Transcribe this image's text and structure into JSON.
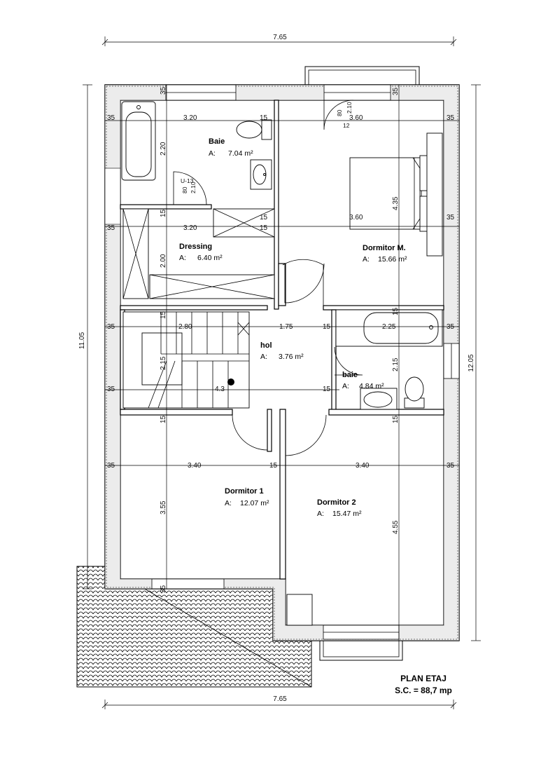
{
  "plan": {
    "title": "PLAN ETAJ",
    "subtitle": "S.C. = 88,7 mp"
  },
  "overall_dims": {
    "top_width": "7.65",
    "bottom_width": "7.65",
    "left_height": "11.05",
    "right_height": "12.05"
  },
  "rooms": [
    {
      "name": "Baie",
      "area_prefix": "A:",
      "area": "7.04 m²"
    },
    {
      "name": "Dormitor M.",
      "area_prefix": "A:",
      "area": "15.66 m²"
    },
    {
      "name": "Dressing",
      "area_prefix": "A:",
      "area": "6.40 m²"
    },
    {
      "name": "hol",
      "area_prefix": "A:",
      "area": "3.76 m²"
    },
    {
      "name": "baie",
      "area_prefix": "A:",
      "area": "4.84 m²"
    },
    {
      "name": "Dormitor 1",
      "area_prefix": "A:",
      "area": "12.07 m²"
    },
    {
      "name": "Dormitor 2",
      "area_prefix": "A:",
      "area": "15.47 m²"
    }
  ],
  "inner_dims": {
    "d_35": "35",
    "d_15": "15",
    "d_320": "3.20",
    "d_360": "3.60",
    "d_220": "2.20",
    "d_435": "4.35",
    "d_200": "2.00",
    "d_280": "2.80",
    "d_175": "1.75",
    "d_225": "2.25",
    "d_215": "2.15",
    "d_340": "3.40",
    "d_355": "3.55",
    "d_455": "4.55",
    "d_80": "80",
    "d_210": "2.10",
    "d_12": "12",
    "d_u13": "U-13",
    "d_43": "4.3"
  }
}
